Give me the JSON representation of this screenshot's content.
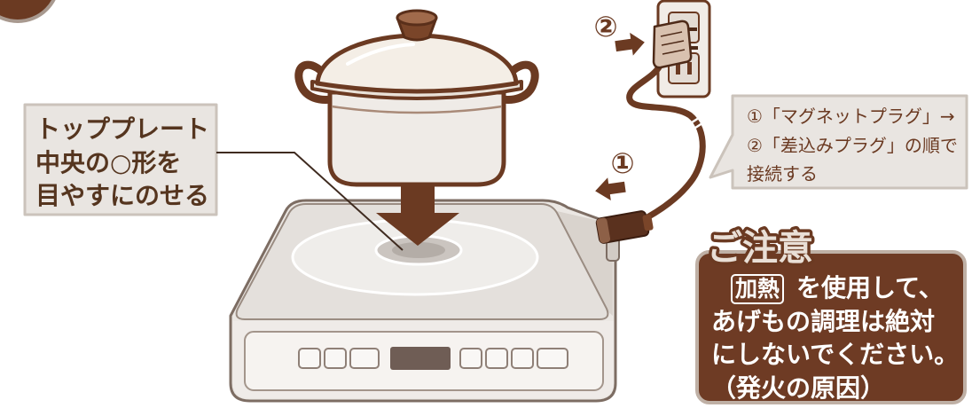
{
  "colors": {
    "brown": "#6b3a22",
    "text_dark": "#55351f",
    "callout_fill": "#e9e5e1",
    "callout_border": "#cbc3bb",
    "caution_fill": "#6e3b24",
    "cooktop_plate": "#e4e0dc"
  },
  "icons": {
    "step_badge": "step-badge-icon",
    "pot": "pot-icon",
    "arrow": "arrow-down-icon",
    "cooktop": "ih-cooktop-icon",
    "outlet": "wall-outlet-icon",
    "plug": "power-plug-icon",
    "magnet_plug": "magnet-plug-icon"
  },
  "placement_note": {
    "lines": [
      "トッププレート",
      "中央の○形を",
      "目やすにのせる"
    ]
  },
  "connection": {
    "outlet_step": "②",
    "magnet_step": "①",
    "note_lines": [
      "①「マグネットプラグ」→",
      "②「差込みプラグ」の順で",
      "接続する"
    ]
  },
  "caution": {
    "title": "ご注意",
    "key_label": "加熱",
    "line1_rest": "を使用して、",
    "lines": [
      "あげもの調理は絶対",
      "にしないでください。",
      "（発火の原因）"
    ]
  }
}
